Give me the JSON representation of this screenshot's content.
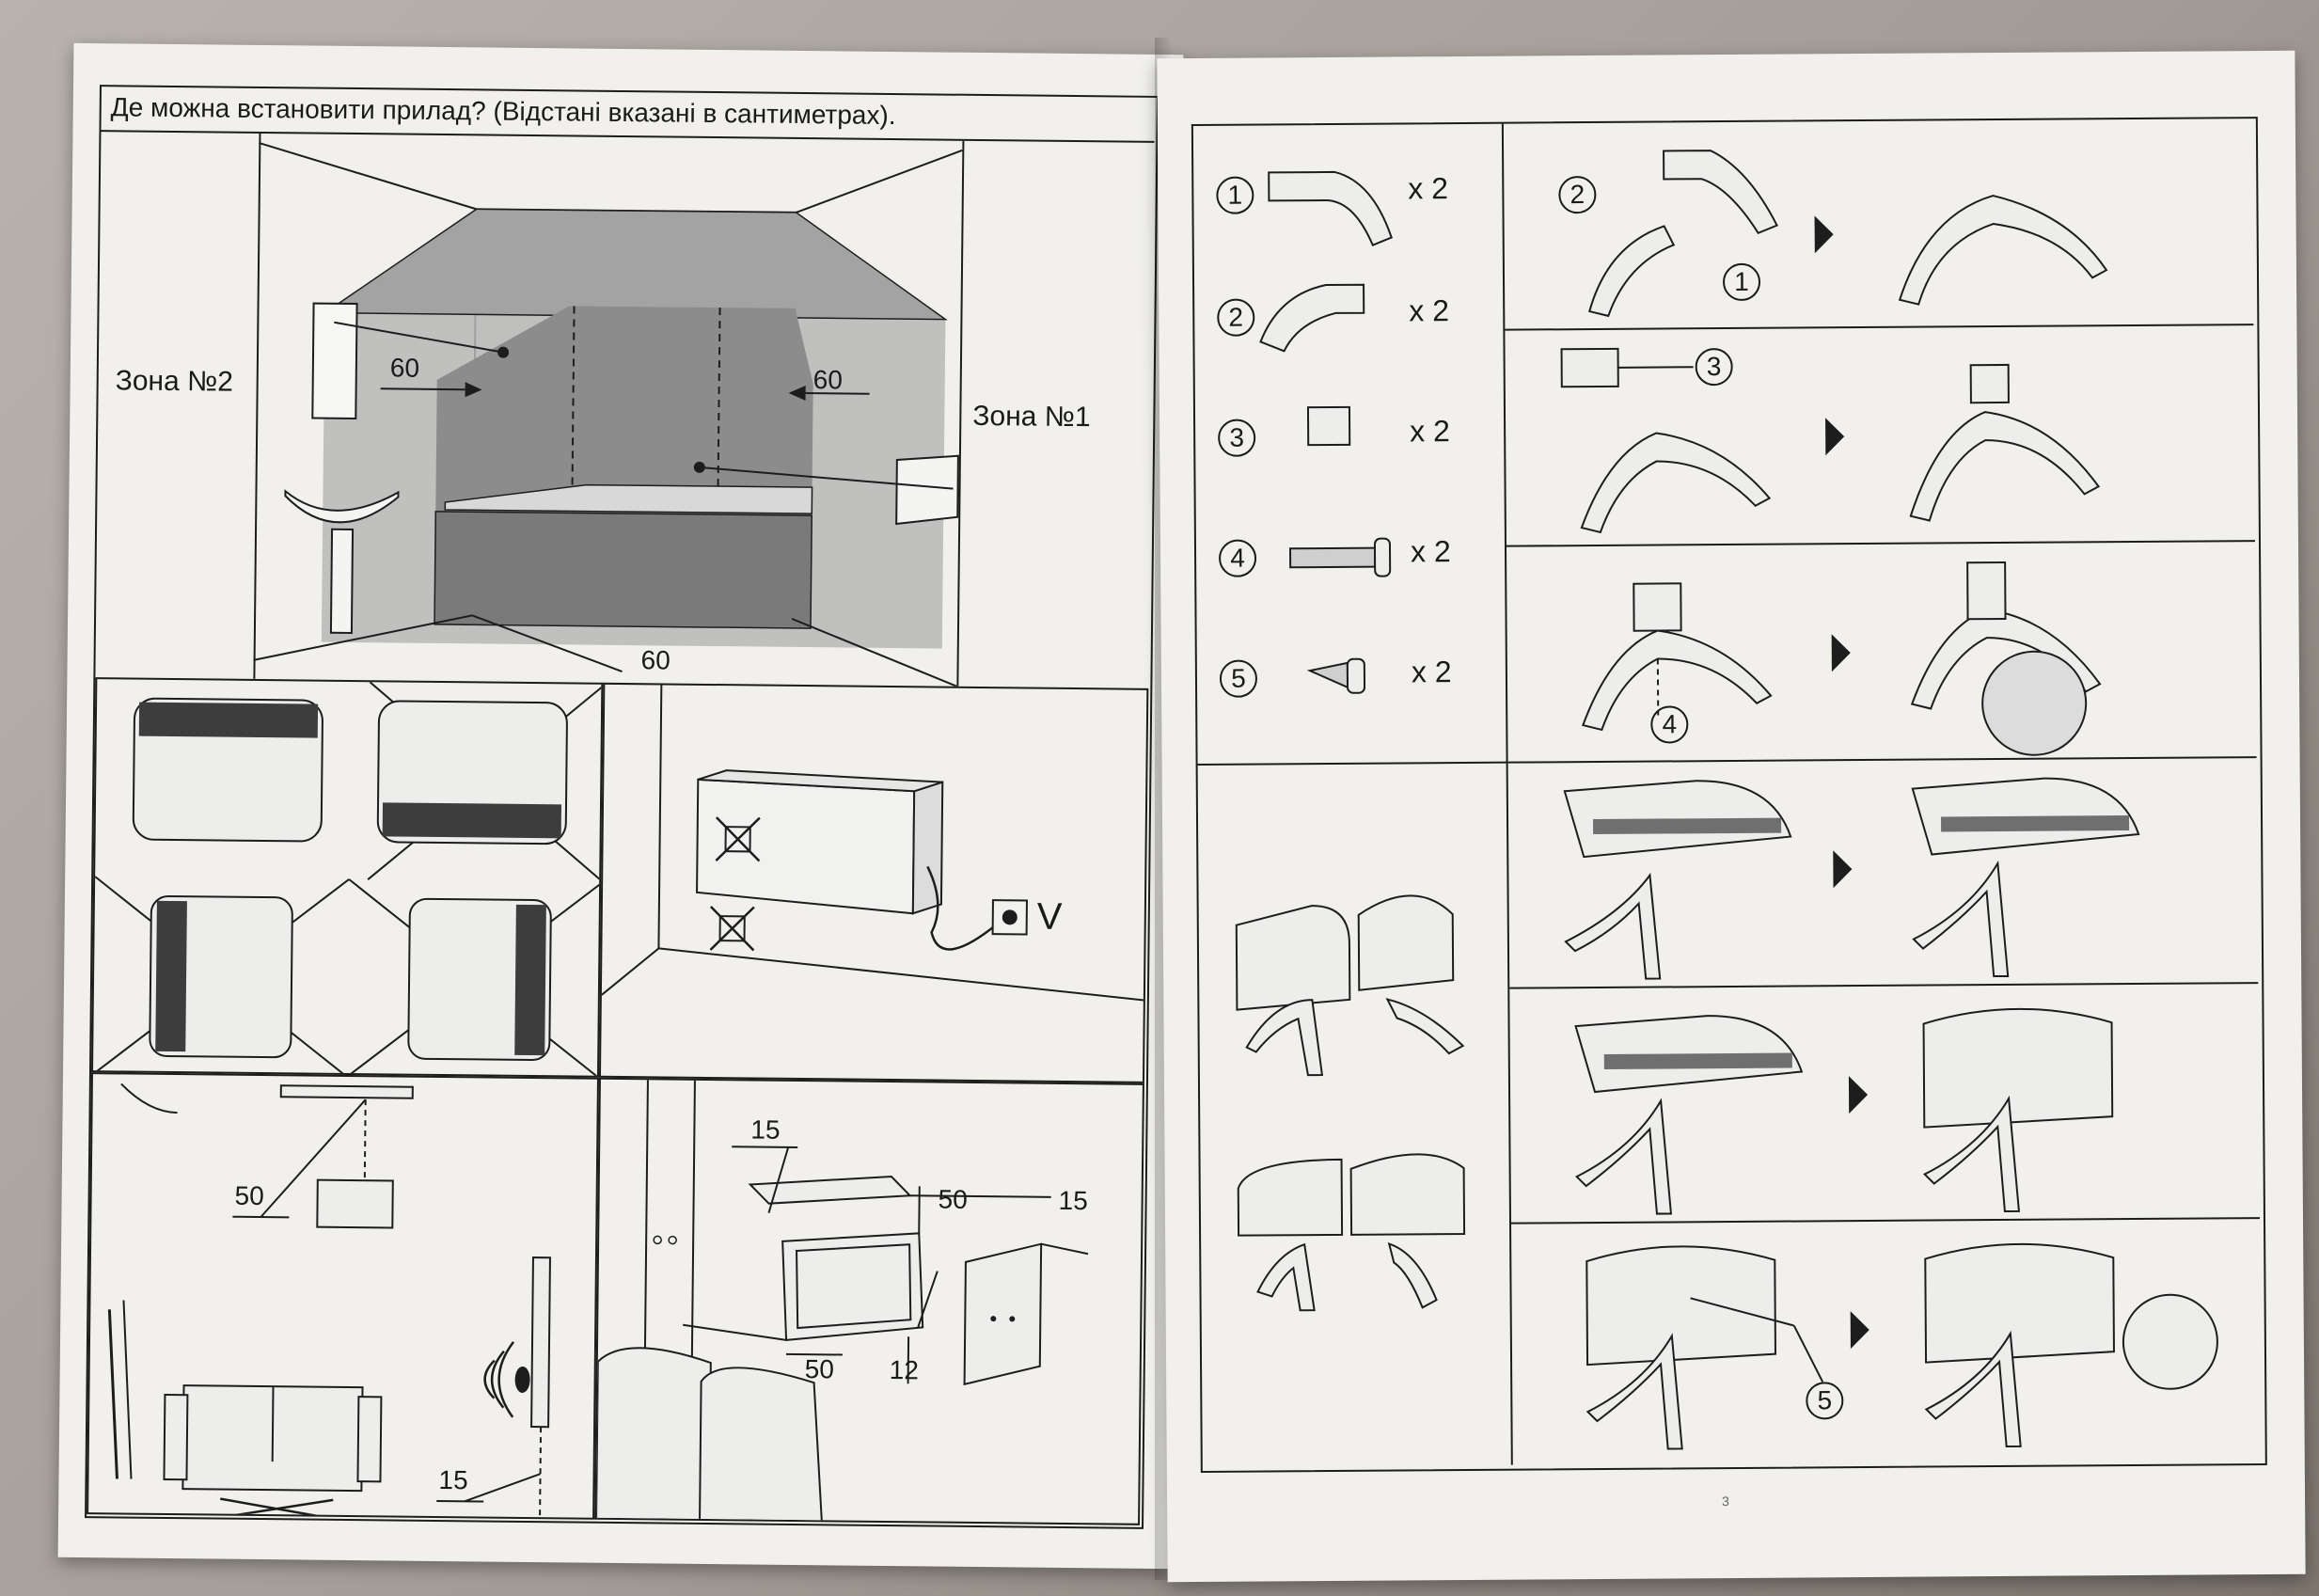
{
  "left_page": {
    "header": "Де можна встановити прилад? (Відстані вказані в сантиметрах).",
    "zone2_label": "Зона №2",
    "zone1_label": "Зона №1",
    "bathroom_distances": [
      "60",
      "60",
      "60"
    ],
    "correct_mark": "V",
    "shelf_distance": "50",
    "sofa_panel": {
      "top": "15",
      "right_side": "50",
      "right_edge": "15",
      "bottom_left": "50",
      "bottom_right": "12"
    },
    "curtain_distance": "15"
  },
  "right_page": {
    "parts": [
      {
        "number": "1",
        "qty": "x 2"
      },
      {
        "number": "2",
        "qty": "x 2"
      },
      {
        "number": "3",
        "qty": "x 2"
      },
      {
        "number": "4",
        "qty": "x 2"
      },
      {
        "number": "5",
        "qty": "x 2"
      }
    ],
    "step_labels": [
      "2",
      "1",
      "3",
      "4",
      "5"
    ],
    "page_number": "3"
  }
}
